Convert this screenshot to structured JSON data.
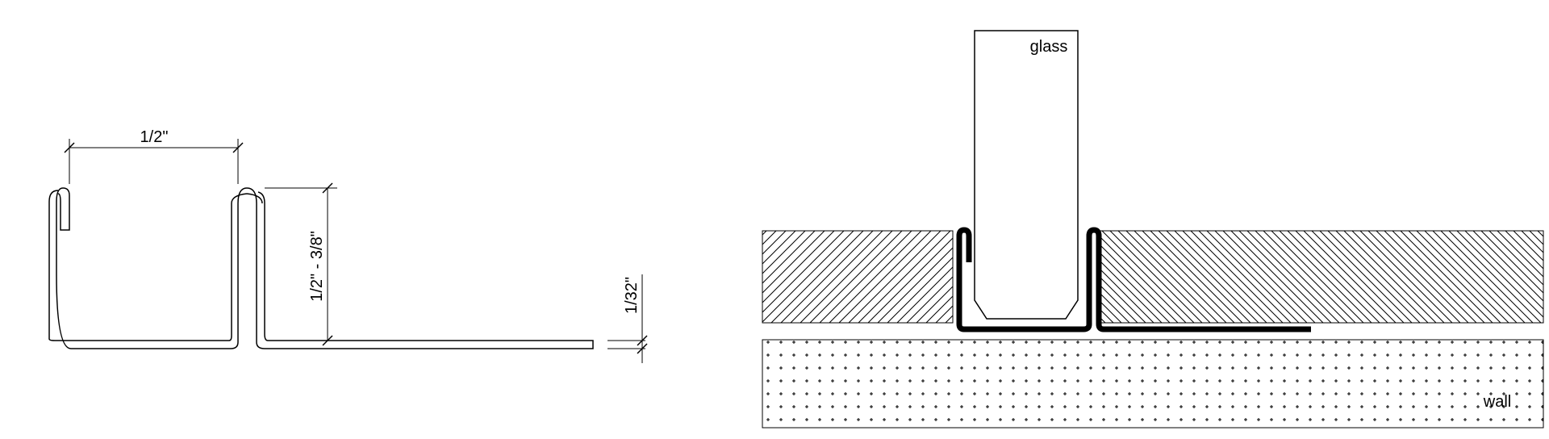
{
  "profile": {
    "width_dim": "1/2\"",
    "height_dim": "1/2\" - 3/8\"",
    "thickness_dim": "1/32\""
  },
  "install": {
    "glass_label": "glass",
    "wall_label": "wall"
  },
  "colors": {
    "line": "#000000",
    "background": "#ffffff"
  }
}
